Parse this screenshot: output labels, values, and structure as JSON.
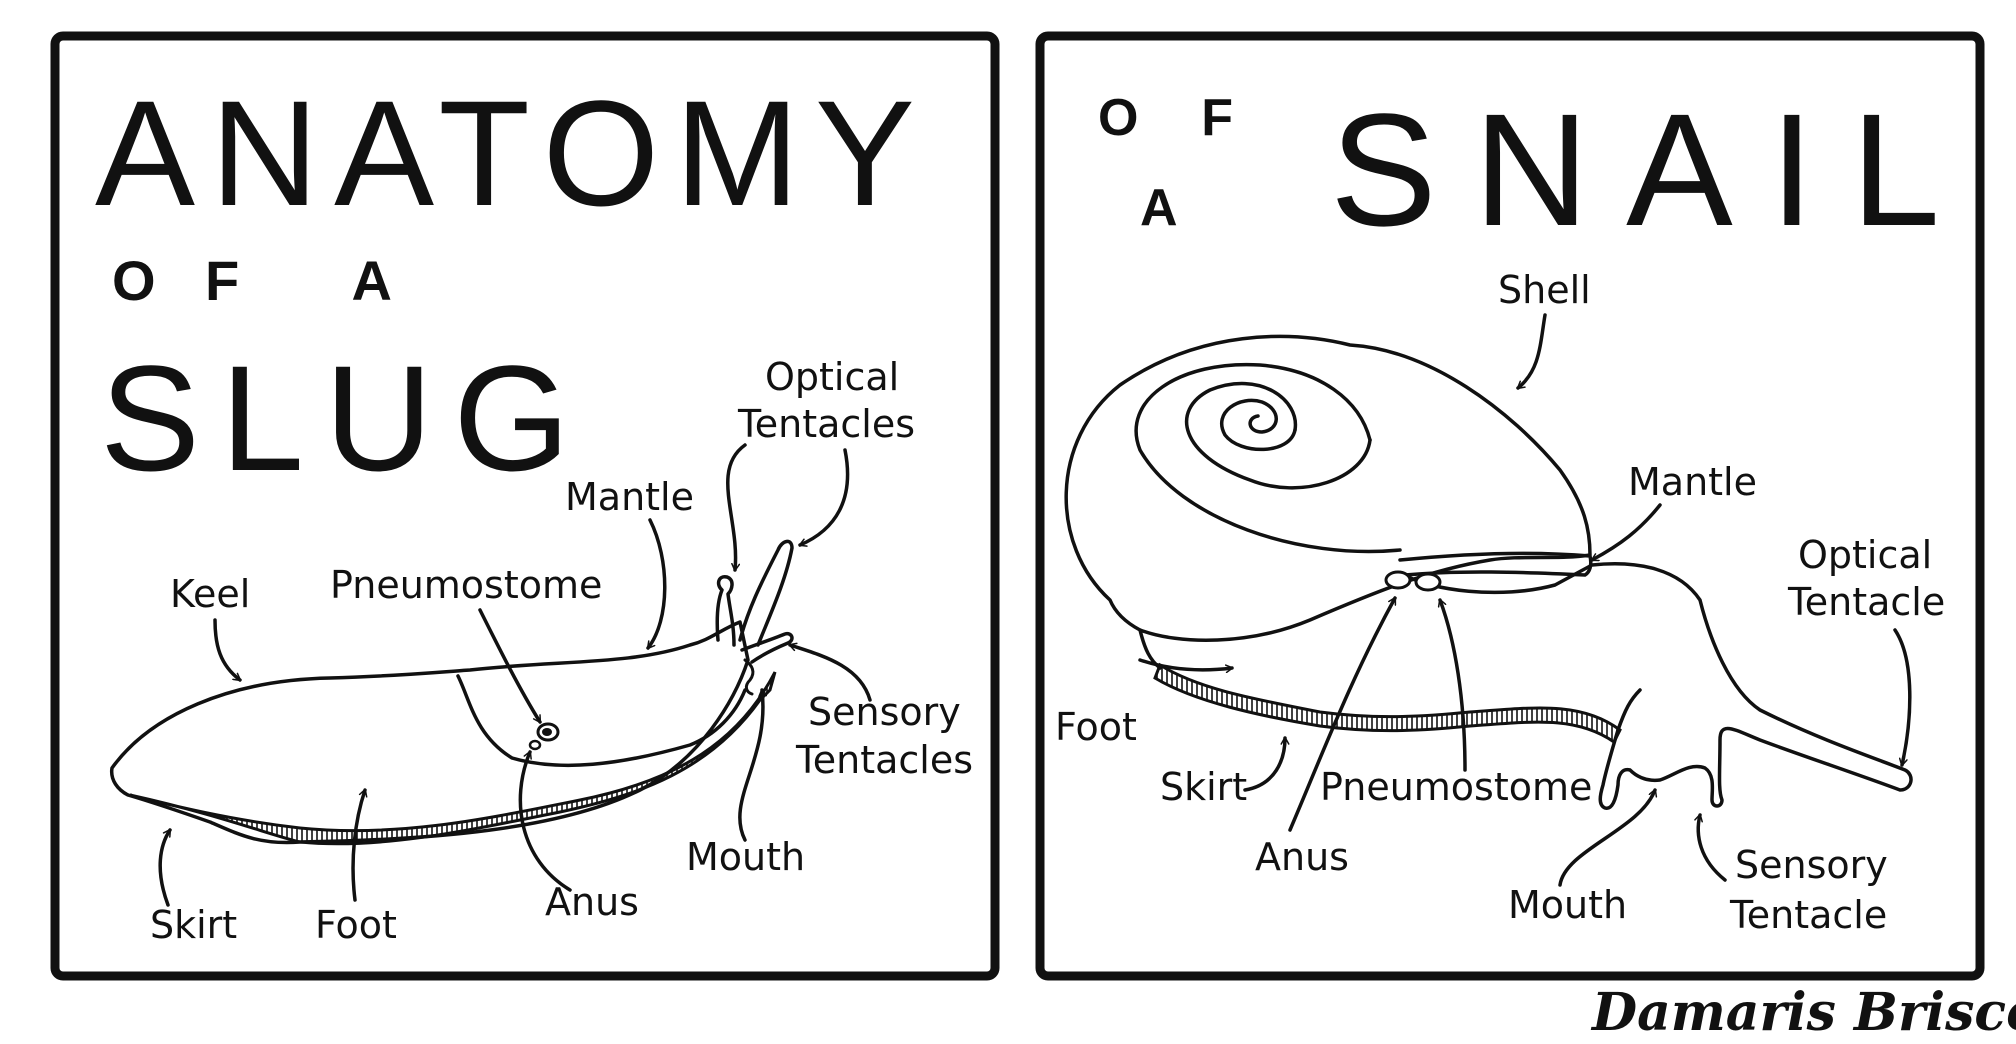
{
  "slug_panel": {
    "title_line1": "ANATOMY",
    "title_line2": "OF A",
    "title_line3": "SLUG",
    "labels": {
      "optical_tentacles_1": "Optical",
      "optical_tentacles_2": "Tentacles",
      "mantle": "Mantle",
      "keel": "Keel",
      "pneumostome": "Pneumostome",
      "sensory_tentacles_1": "Sensory",
      "sensory_tentacles_2": "Tentacles",
      "mouth": "Mouth",
      "anus": "Anus",
      "skirt": "Skirt",
      "foot": "Foot"
    }
  },
  "snail_panel": {
    "title_of": "OF",
    "title_a": "A",
    "title_main": "SNAIL",
    "labels": {
      "shell": "Shell",
      "mantle": "Mantle",
      "optical_tentacle_1": "Optical",
      "optical_tentacle_2": "Tentacle",
      "foot": "Foot",
      "skirt": "Skirt",
      "pneumostome": "Pneumostome",
      "anus": "Anus",
      "mouth": "Mouth",
      "sensory_tentacle_1": "Sensory",
      "sensory_tentacle_2": "Tentacle"
    }
  },
  "signature": "Damaris Brisco",
  "colors": {
    "ink": "#111111",
    "paper": "#ffffff"
  }
}
